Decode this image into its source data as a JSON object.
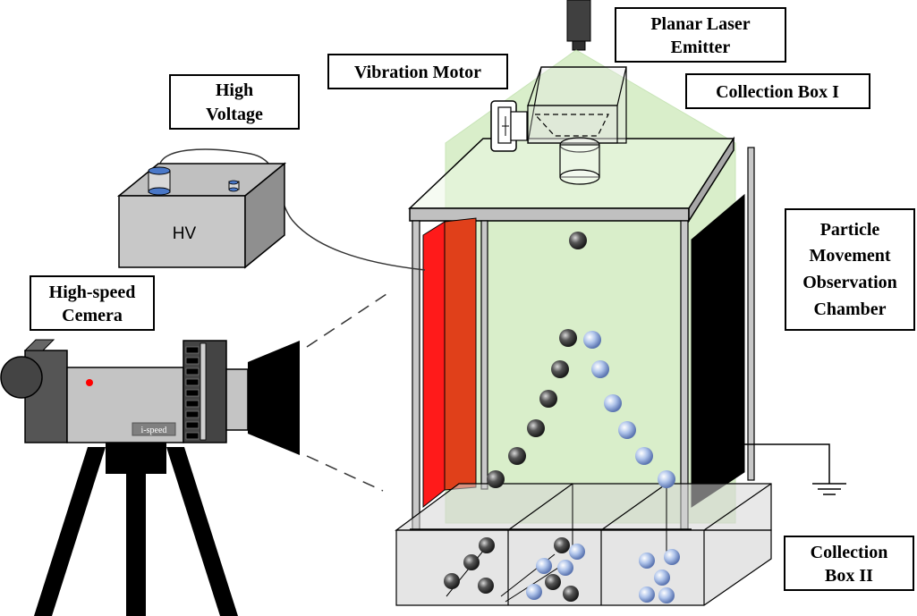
{
  "labels": {
    "laser_line1": "Planar Laser",
    "laser_line2": "Emitter",
    "vibration_motor": "Vibration Motor",
    "collection_box_1": "Collection Box I",
    "high_voltage_line1": "High",
    "high_voltage_line2": "Voltage",
    "chamber_line1": "Particle",
    "chamber_line2": "Movement",
    "chamber_line3": "Observation",
    "chamber_line4": "Chamber",
    "camera_line1": "High-speed",
    "camera_line2": "Cemera",
    "collection_box_2_line1": "Collection",
    "collection_box_2_line2": "Box II",
    "hv_box": "HV",
    "camera_brand": "i-speed"
  },
  "colors": {
    "laser_sheet": "#c9e8b4",
    "left_electrode_front": "#ff1a1a",
    "left_electrode_back": "#e0401a",
    "right_electrode": "#000000",
    "dark_particle": "#404040",
    "light_particle": "#a8bde6",
    "glass_gray": "#d0d0d0",
    "equipment_gray": "#c8c8c8"
  }
}
